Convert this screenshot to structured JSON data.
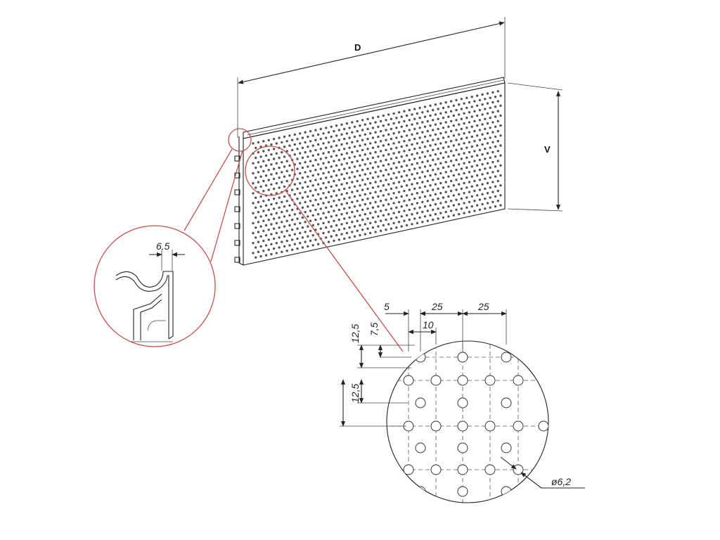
{
  "labels": {
    "length": "D",
    "height": "V",
    "profile_dim": "6.5",
    "hole_diameter": "ø6,2"
  },
  "dimensions": {
    "edge_offset": "5",
    "pitch_h_1": "25",
    "pitch_h_2": "25",
    "stagger_h": "10",
    "pitch_v_1": "12,5",
    "stagger_v": "7,5",
    "pitch_v_2": "12,5"
  },
  "colors": {
    "line": "#222222",
    "callout": "#c8504b",
    "hole": "#555555"
  }
}
